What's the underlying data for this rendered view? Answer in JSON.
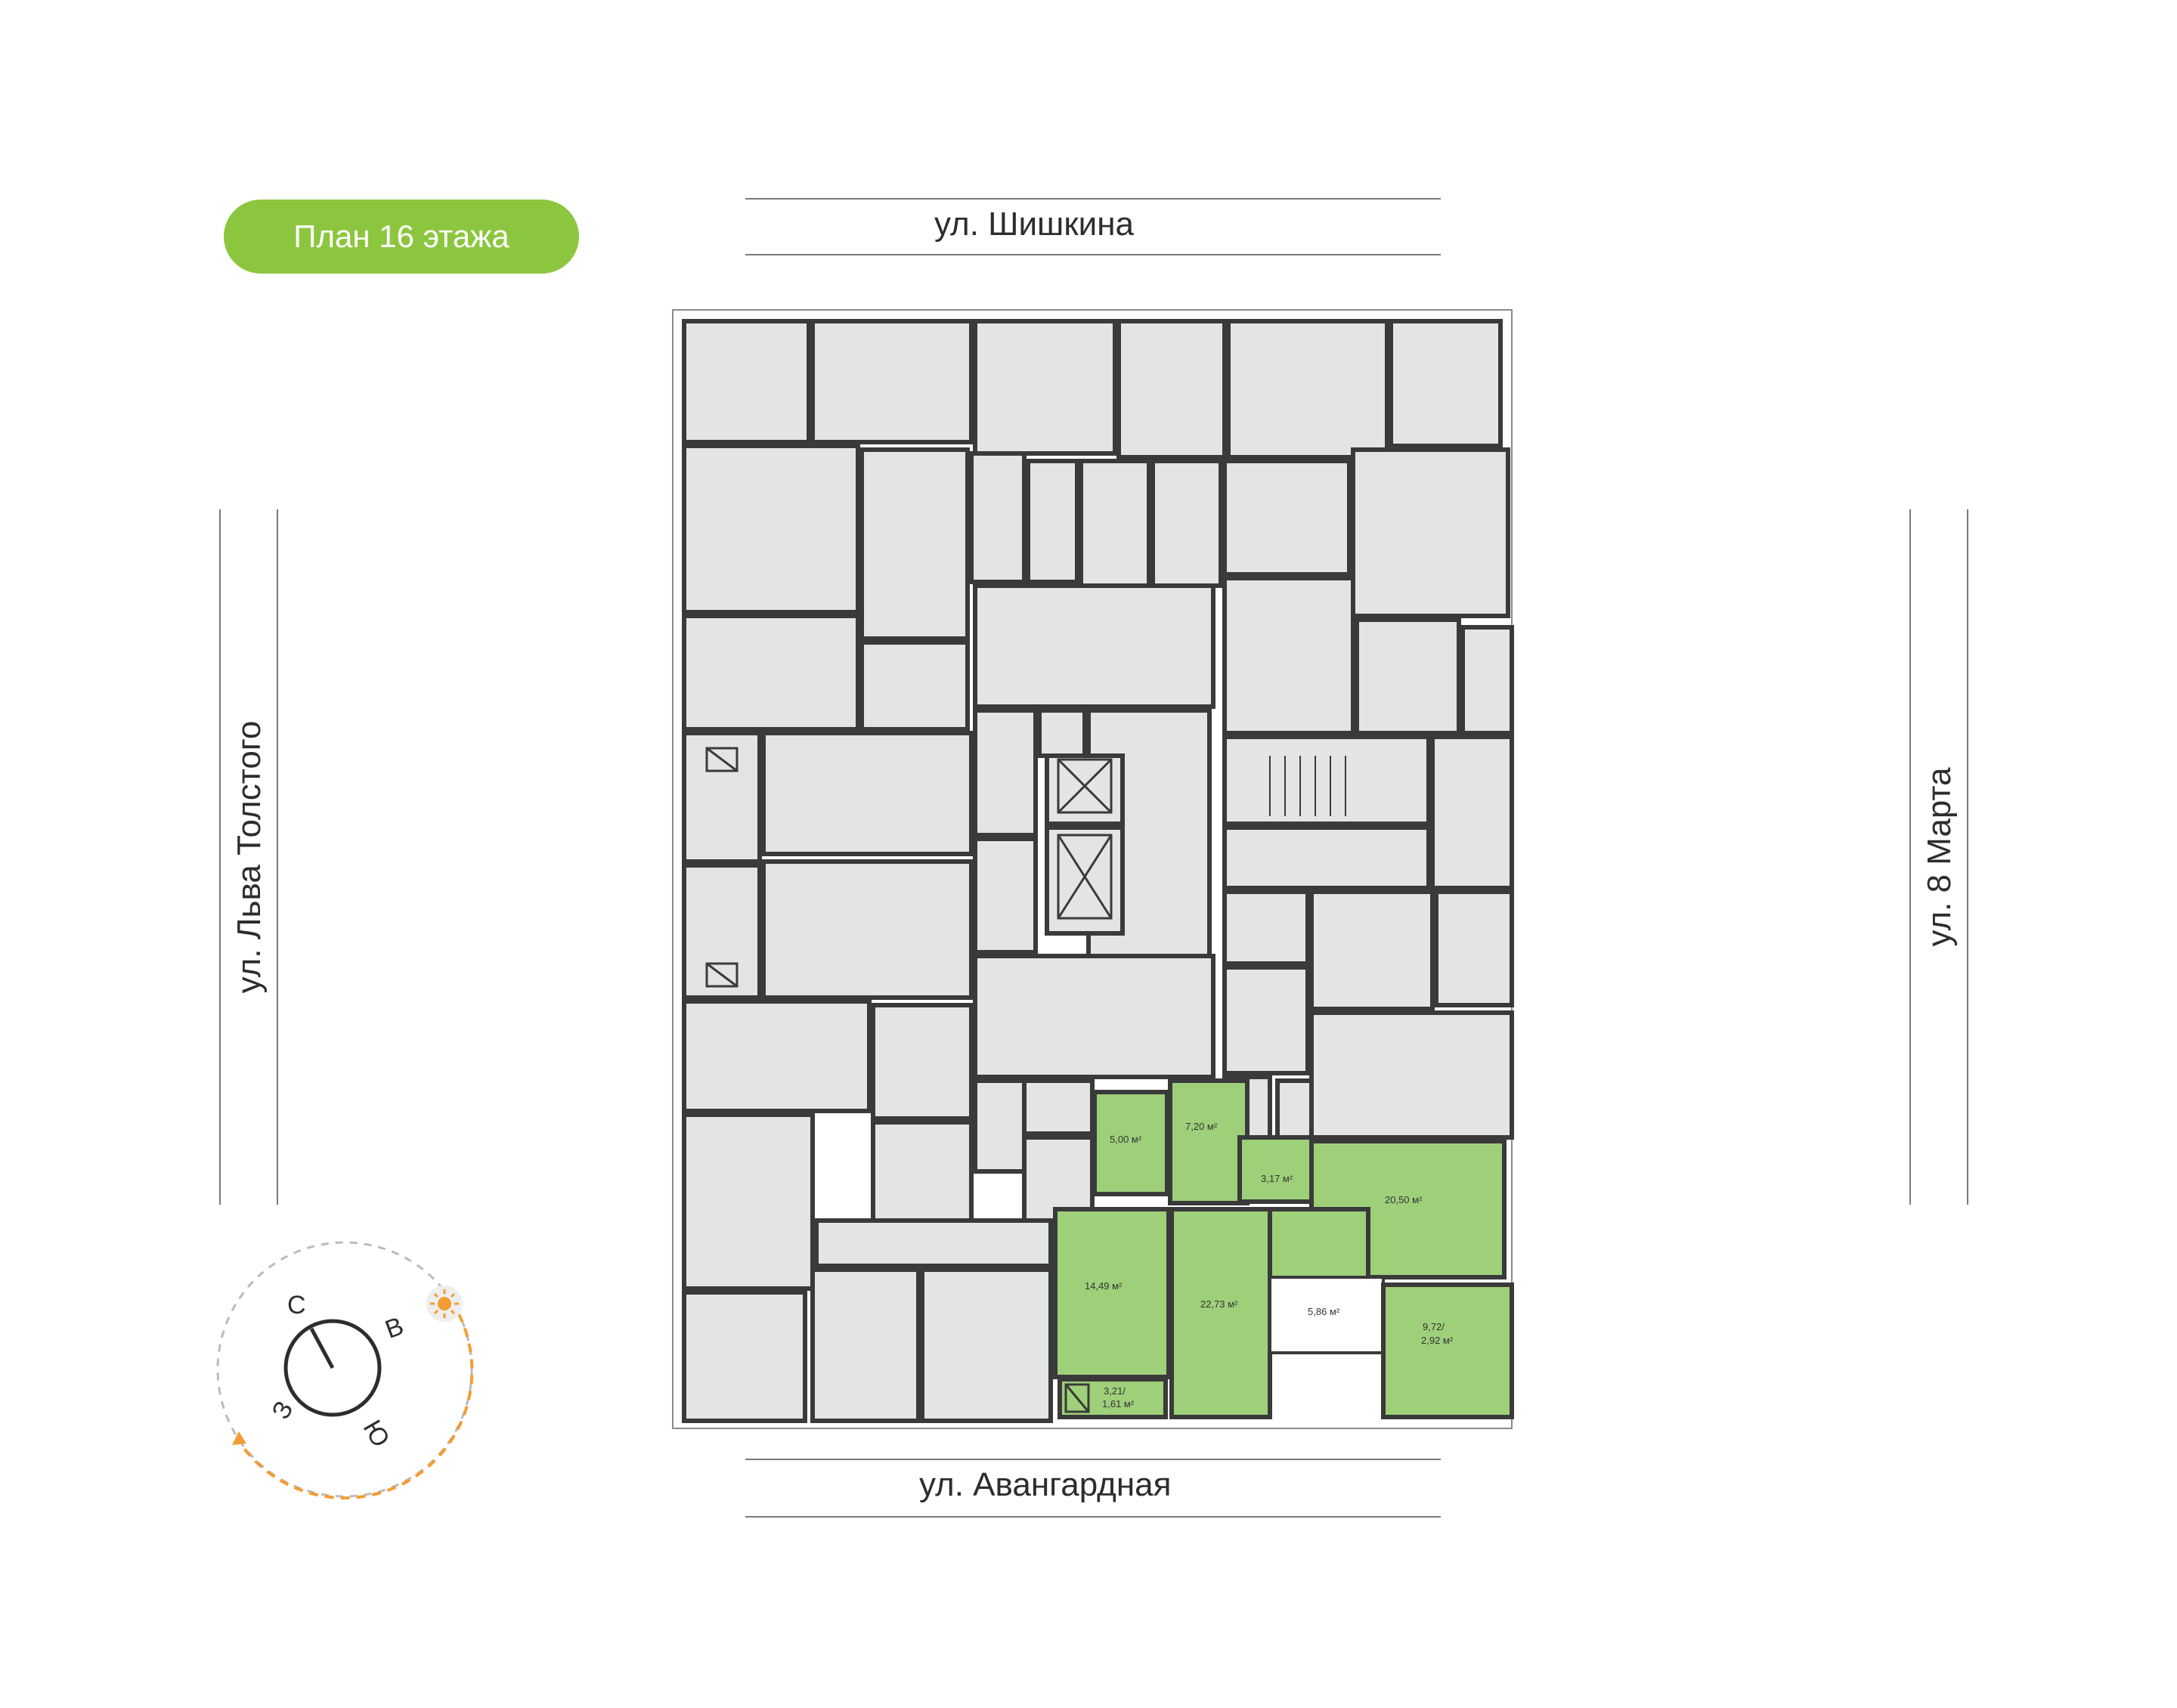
{
  "floor_badge": {
    "label": "План 16 этажа",
    "color": "#8cc63f"
  },
  "streets": {
    "north": "ул. Шишкина",
    "south": "ул. Авангардная",
    "west": "ул. Льва Толстого",
    "east": "ул. 8 Марта"
  },
  "apartment": {
    "highlight_color": "#9ed07a",
    "rooms": [
      {
        "id": "room-7-20",
        "label": "7,20 м²"
      },
      {
        "id": "room-5-00",
        "label": "5,00 м²"
      },
      {
        "id": "room-3-17",
        "label": "3,17 м²"
      },
      {
        "id": "room-20-50",
        "label": "20,50 м²"
      },
      {
        "id": "room-14-49",
        "label": "14,49 м²"
      },
      {
        "id": "room-22-73",
        "label": "22,73 м²"
      },
      {
        "id": "room-5-86",
        "label": "5,86 м²"
      },
      {
        "id": "room-9-72",
        "label_line1": "9,72/",
        "label_line2": "2,92 м²"
      },
      {
        "id": "room-3-21",
        "label_line1": "3,21/",
        "label_line2": "1,61 м²"
      }
    ]
  },
  "compass": {
    "north": "С",
    "east": "В",
    "south": "Ю",
    "west": "З",
    "sun_icon": "sun-icon",
    "sun_path_color": "#f39c33"
  }
}
